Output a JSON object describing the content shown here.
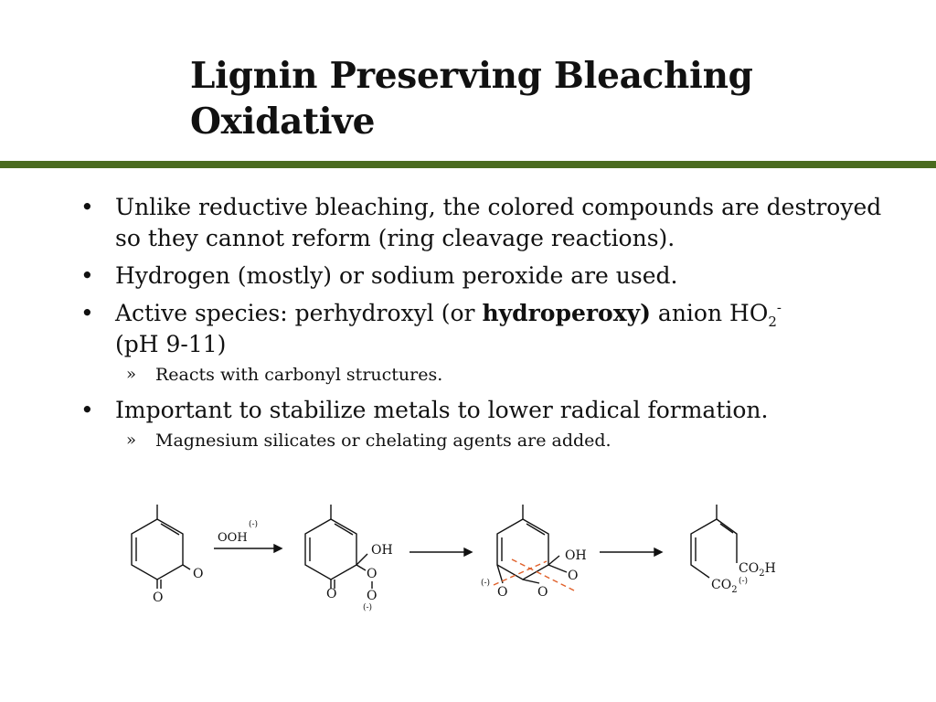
{
  "slide": {
    "title_line1": "Lignin Preserving Bleaching",
    "title_line2": "Oxidative",
    "accent_color": "#4a6b1f"
  },
  "bullets": {
    "b1": "Unlike reductive bleaching, the colored compounds are destroyed so they cannot reform (ring cleavage reactions).",
    "b2": "Hydrogen (mostly) or sodium peroxide are used.",
    "b3_pre": "Active species:  perhydroxyl (or ",
    "b3_bold": "hydroperoxy)",
    "b3_mid": " anion HO",
    "b3_sub": "2",
    "b3_sup": "-",
    "b3_line2": "(pH 9-11)",
    "b3_sub1": "Reacts with carbonyl structures.",
    "b4": "Important to stabilize metals to lower radical formation.",
    "b4_sub1": "Magnesium silicates or chelating agents are added.",
    "bullet_glyph": "•",
    "sub_glyph": "»"
  },
  "scheme": {
    "reagent_label": "OOH",
    "reagent_charge": "(-)",
    "s1_O_right": "O",
    "s1_O_bottom": "O",
    "s2_OH": "OH",
    "s2_O_bottom": "O",
    "s2_O1": "O",
    "s2_O2": "O",
    "s2_charge": "(-)",
    "s3_OH": "OH",
    "s3_O_right": "O",
    "s3_O_left": "O",
    "s3_O_mid": "O",
    "s3_charge": "(-)",
    "s4_CO2H": "CO",
    "s4_CO2H_sub": "2",
    "s4_CO2H_tail": "H",
    "s4_CO2": "CO",
    "s4_CO2_sub": "2",
    "s4_charge": "(-)",
    "cleavage_color": "#e0602a"
  }
}
